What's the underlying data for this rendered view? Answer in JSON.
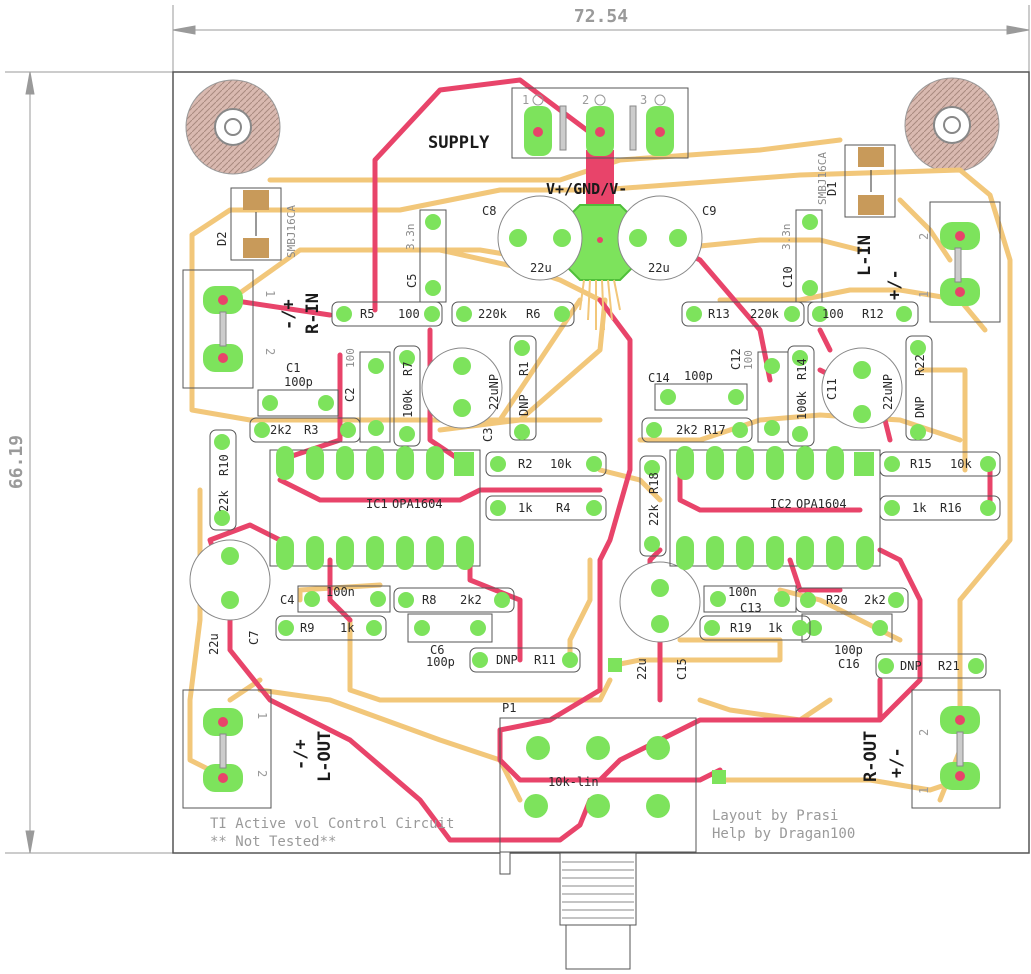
{
  "dimensions": {
    "width_label": "72.54",
    "height_label": "66.19"
  },
  "connectors": {
    "supply": {
      "label": "SUPPLY",
      "pins": [
        "1",
        "2",
        "3"
      ],
      "pin_label": "V+/GND/V-"
    },
    "l_in": {
      "label": "L-IN",
      "polarity": "+/-",
      "pins": [
        "2",
        "1"
      ]
    },
    "r_in": {
      "label": "R-IN",
      "polarity": "-/+",
      "pins": [
        "1",
        "2"
      ]
    },
    "l_out": {
      "label": "L-OUT",
      "polarity": "-/+",
      "pins": [
        "1",
        "2"
      ]
    },
    "r_out": {
      "label": "R-OUT",
      "polarity": "+/-",
      "pins": [
        "2",
        "1"
      ]
    },
    "p1": {
      "label": "P1",
      "value": "10k-lin"
    }
  },
  "tvs": [
    {
      "ref": "D1",
      "part": "SMBJ16CA"
    },
    {
      "ref": "D2",
      "part": "SMBJ16CA"
    }
  ],
  "ics": [
    {
      "ref": "IC1",
      "part": "OPA1604"
    },
    {
      "ref": "IC2",
      "part": "OPA1604"
    }
  ],
  "components": {
    "C1": {
      "ref": "C1",
      "value": "100p"
    },
    "C2": {
      "ref": "C2",
      "value": "100"
    },
    "C3": {
      "ref": "C3",
      "value": "22uNP"
    },
    "C4": {
      "ref": "C4",
      "value": "100n"
    },
    "C5": {
      "ref": "C5",
      "value": "3.3n"
    },
    "C6": {
      "ref": "C6",
      "value": "100p"
    },
    "C7": {
      "ref": "C7",
      "value": "22u"
    },
    "C8": {
      "ref": "C8",
      "value": "22u"
    },
    "C9": {
      "ref": "C9",
      "value": "22u"
    },
    "C10": {
      "ref": "C10",
      "value": "3.3n"
    },
    "C11": {
      "ref": "C11",
      "value": "22uNP"
    },
    "C12": {
      "ref": "C12",
      "value": "100"
    },
    "C13": {
      "ref": "C13",
      "value": "100n"
    },
    "C14": {
      "ref": "C14",
      "value": "100p"
    },
    "C15": {
      "ref": "C15",
      "value": "22u"
    },
    "C16": {
      "ref": "C16",
      "value": "100p"
    },
    "R1": {
      "ref": "R1",
      "value": "DNP"
    },
    "R2": {
      "ref": "R2",
      "value": "10k"
    },
    "R3": {
      "ref": "R3",
      "value": "2k2"
    },
    "R4": {
      "ref": "R4",
      "value": "1k"
    },
    "R5": {
      "ref": "R5",
      "value": "100"
    },
    "R6": {
      "ref": "R6",
      "value": "220k"
    },
    "R7": {
      "ref": "R7",
      "value": "100k"
    },
    "R8": {
      "ref": "R8",
      "value": "2k2"
    },
    "R9": {
      "ref": "R9",
      "value": "1k"
    },
    "R10": {
      "ref": "R10",
      "value": "22k"
    },
    "R11": {
      "ref": "R11",
      "value": "DNP"
    },
    "R12": {
      "ref": "R12",
      "value": "100"
    },
    "R13": {
      "ref": "R13",
      "value": "220k"
    },
    "R14": {
      "ref": "R14",
      "value": "100k"
    },
    "R15": {
      "ref": "R15",
      "value": "10k"
    },
    "R16": {
      "ref": "R16",
      "value": "1k"
    },
    "R17": {
      "ref": "R17",
      "value": "2k2"
    },
    "R18": {
      "ref": "R18",
      "value": "22k"
    },
    "R19": {
      "ref": "R19",
      "value": "1k"
    },
    "R20": {
      "ref": "R20",
      "value": "2k2"
    },
    "R21": {
      "ref": "R21",
      "value": "DNP"
    },
    "R22": {
      "ref": "R22",
      "value": "DNP"
    }
  },
  "notes": {
    "title": "TI Active vol Control Circuit",
    "status": "** Not Tested**",
    "credit1": "Layout by Prasi",
    "credit2": "Help by Dragan100"
  },
  "colors": {
    "top_copper": "#e8446a",
    "bottom_copper": "#f2c77a",
    "pad": "#7de35c",
    "silk": "#2a2a2a",
    "board_outline": "#555555"
  }
}
